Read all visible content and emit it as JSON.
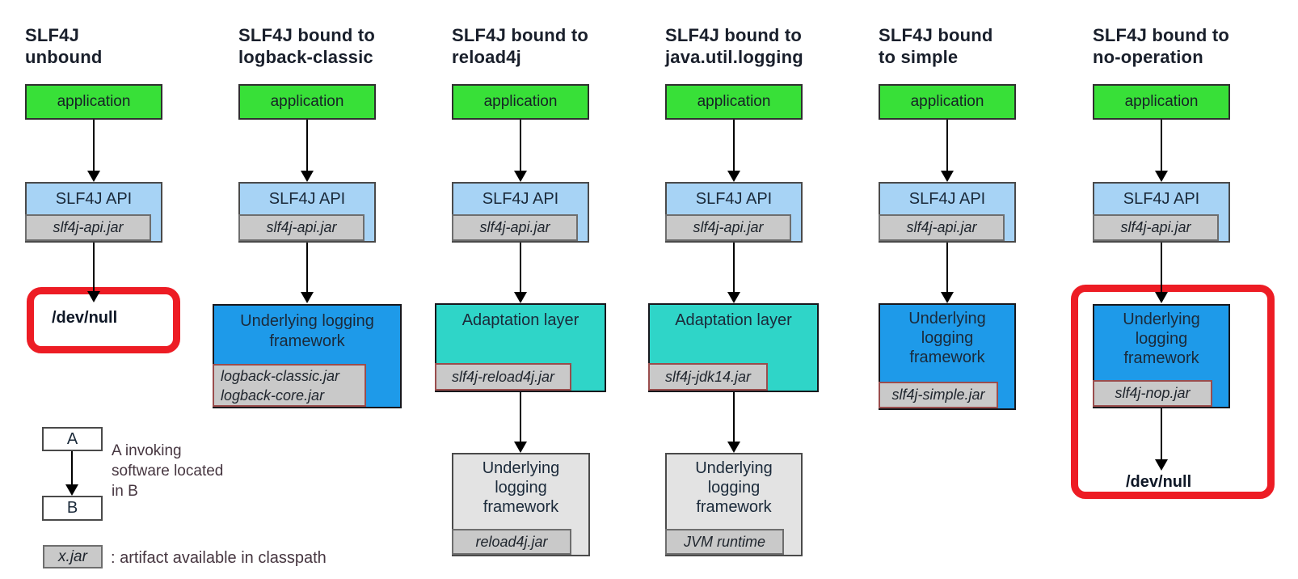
{
  "colors": {
    "application_green": "#38e038",
    "api_blue": "#a7d3f5",
    "framework_blue": "#1e9ae9",
    "adapter_teal": "#2fd5c8",
    "neutral_box_gray": "#e3e3e3",
    "jar_tag_gray": "#c9c9c9",
    "jar_tag_border_gray": "#6e6e6e",
    "jar_tag_border_maroon": "#9a4d4d",
    "highlight_red": "#ed1c24"
  },
  "columns": [
    {
      "title": [
        "SLF4J",
        "unbound"
      ],
      "application": "application",
      "api": "SLF4J API",
      "api_jar": "slf4j-api.jar",
      "devnull": "/dev/null"
    },
    {
      "title": [
        "SLF4J bound to",
        "logback-classic"
      ],
      "application": "application",
      "api": "SLF4J API",
      "api_jar": "slf4j-api.jar",
      "framework": [
        "Underlying logging",
        "framework"
      ],
      "framework_jars": [
        "logback-classic.jar",
        "logback-core.jar"
      ]
    },
    {
      "title": [
        "SLF4J bound to",
        "reload4j"
      ],
      "application": "application",
      "api": "SLF4J API",
      "api_jar": "slf4j-api.jar",
      "adapter": "Adaptation layer",
      "adapter_jar": "slf4j-reload4j.jar",
      "framework": [
        "Underlying",
        "logging",
        "framework"
      ],
      "framework_jar": "reload4j.jar"
    },
    {
      "title": [
        "SLF4J bound to",
        "java.util.logging"
      ],
      "application": "application",
      "api": "SLF4J API",
      "api_jar": "slf4j-api.jar",
      "adapter": "Adaptation layer",
      "adapter_jar": "slf4j-jdk14.jar",
      "framework": [
        "Underlying",
        "logging",
        "framework"
      ],
      "framework_jar": "JVM runtime"
    },
    {
      "title": [
        "SLF4J bound",
        "to simple"
      ],
      "application": "application",
      "api": "SLF4J API",
      "api_jar": "slf4j-api.jar",
      "framework": [
        "Underlying",
        "logging",
        "framework"
      ],
      "framework_jar": "slf4j-simple.jar"
    },
    {
      "title": [
        "SLF4J bound to",
        "no-operation"
      ],
      "application": "application",
      "api": "SLF4J API",
      "api_jar": "slf4j-api.jar",
      "framework": [
        "Underlying",
        "logging",
        "framework"
      ],
      "framework_jar": "slf4j-nop.jar",
      "devnull": "/dev/null"
    }
  ],
  "legend": {
    "box_a": "A",
    "box_b": "B",
    "invoking_note": [
      "A invoking",
      "software located",
      "in B"
    ],
    "jar_box": "x.jar",
    "classpath_note": ": artifact available in classpath"
  }
}
